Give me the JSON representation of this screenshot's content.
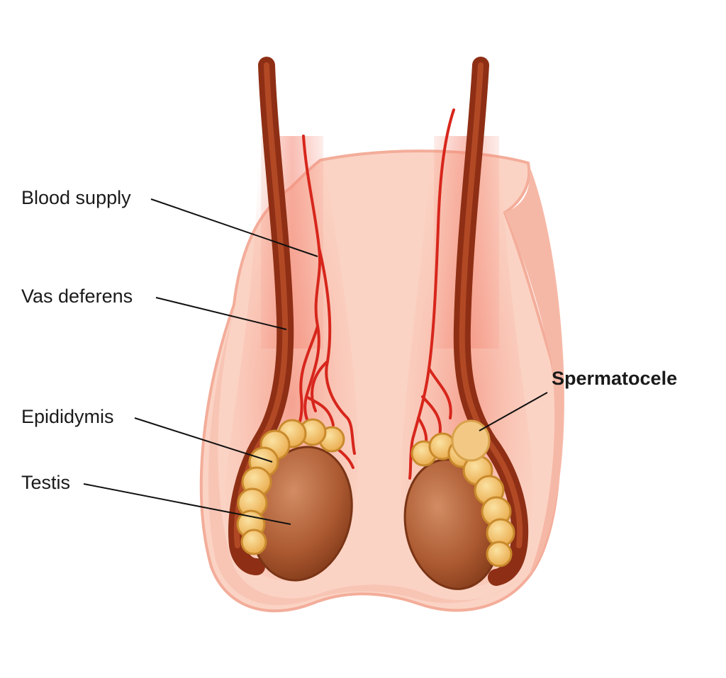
{
  "labels": {
    "blood_supply": "Blood supply",
    "vas_deferens": "Vas deferens",
    "epididymis": "Epididymis",
    "testis": "Testis",
    "spermatocele": "Spermatocele"
  },
  "colors": {
    "skin_outer": "#fbd3c4",
    "skin_edge": "#f3ad9a",
    "skin_inner": "#fde6dc",
    "cord_glow": "#f6a08f",
    "vessel": "#d7261c",
    "vas": "#9e3a1c",
    "vas_light": "#c2542c",
    "testis": "#a8542c",
    "testis_light": "#c98058",
    "epididymis": "#f2c06a",
    "epididymis_edge": "#c98a2c",
    "spermatocele": "#f2c884",
    "leader": "#111111"
  }
}
